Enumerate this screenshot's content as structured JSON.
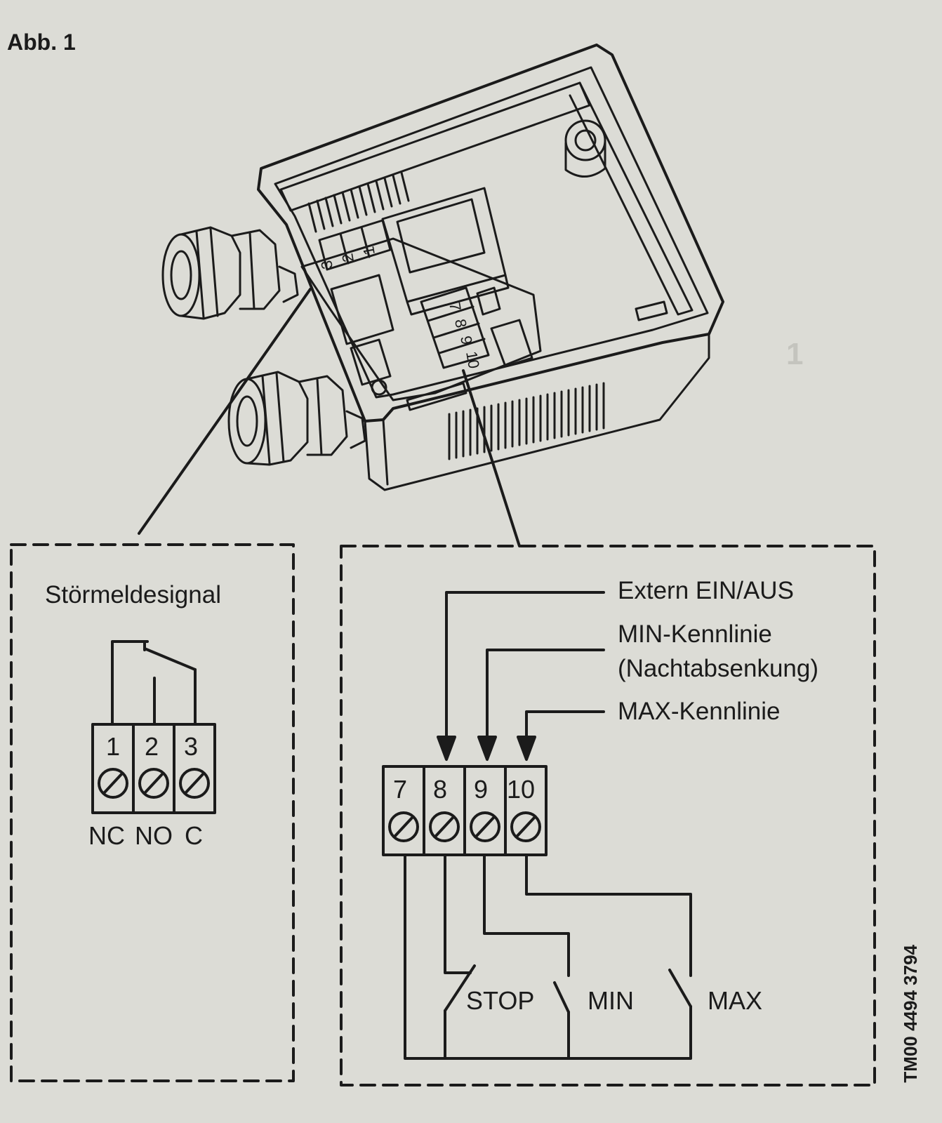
{
  "figure_label": "Abb. 1",
  "fault_signal": {
    "title": "Störmeldesignal",
    "terminals": [
      "1",
      "2",
      "3"
    ],
    "contacts": [
      "NC",
      "NO",
      "C"
    ]
  },
  "control_inputs": {
    "labels": [
      "Extern EIN/AUS",
      "MIN-Kennlinie",
      "(Nachtabsenkung)",
      "MAX-Kennlinie"
    ],
    "terminals": [
      "7",
      "8",
      "9",
      "10"
    ],
    "switches": [
      "STOP",
      "MIN",
      "MAX"
    ]
  },
  "housing_terminals": {
    "upper": [
      "1",
      "2",
      "3"
    ],
    "lower": [
      "7",
      "8",
      "9",
      "10"
    ]
  },
  "doc_code": "TM00 4494 3794",
  "colors": {
    "paper": "#dcdcd6",
    "ink": "#1b1b1b",
    "ghost_text": "#c4c4be"
  }
}
